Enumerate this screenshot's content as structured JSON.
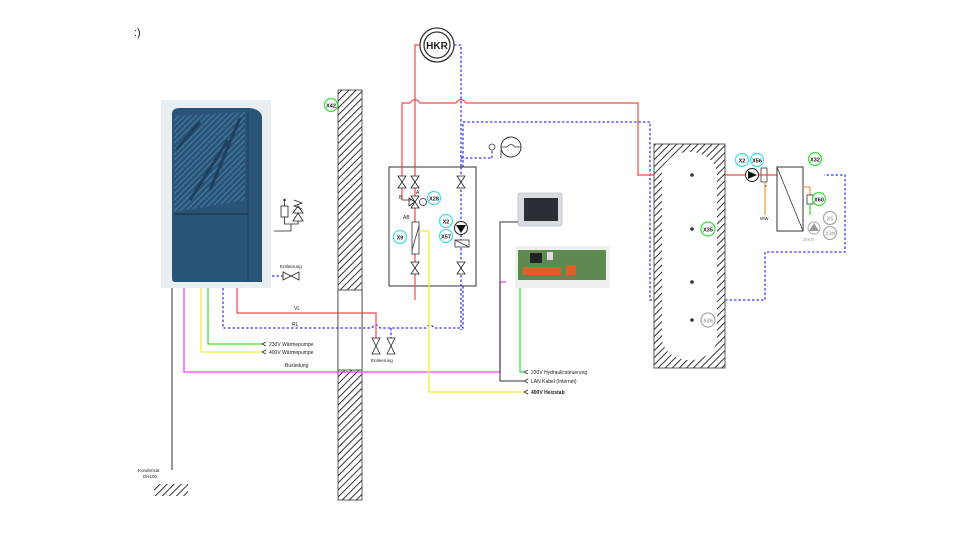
{
  "page": {
    "corner_mark": ":)"
  },
  "colors": {
    "supply_line": "#f24a4a",
    "return_line": "#3b3bf0",
    "power_400v": "#f2ef3a",
    "power_230v": "#3fe03f",
    "bus_line": "#f03ff0",
    "lan_line": "#333333",
    "sensor_ring_green": "#3fe03f",
    "sensor_ring_cyan": "#3fe0f0",
    "sensor_ring_grey": "#aaaaaa",
    "heat_pump_body": "#2a5475",
    "heat_pump_pattern": "#4c8ab8"
  },
  "heating_circuit": {
    "label": "HKR"
  },
  "heat_pump": {
    "venting_label": "Entleerung"
  },
  "lines": {
    "supply_label": "VL",
    "return_label": "RL",
    "power_230v_label": "230V Wärmepumpe",
    "power_400v_label": "400V Wärmepumpe",
    "bus_label": "Busleitung",
    "venting_label": "Entleerung",
    "condensate_label_1": "Kondensat",
    "condensate_label_2": "DN100"
  },
  "controller": {
    "hydraulic_power_label": "230V Hydraulicsteuerung",
    "lan_label": "LAN Kabel (Internet)",
    "heater_label": "400V Heizstab"
  },
  "hydraulic_module": {
    "valve_port_b": "B",
    "valve_port_a": "A",
    "valve_port_ab": "AB"
  },
  "sensors": {
    "wall": "X42",
    "mixer": "X28",
    "flow": "X9",
    "pump_module_1": "X2",
    "pump_module_2": "X57",
    "tank_mid": "X35",
    "tank_low": "X36",
    "dhw_pump_1": "X2",
    "dhw_pump_2": "X56",
    "dhw_station": "X32",
    "dhw_flow": "X60",
    "circ_1": "X5",
    "circ_2": "X39"
  },
  "dhw_station": {
    "ww_label": "WW",
    "circulation_label": "Zirk.B"
  }
}
